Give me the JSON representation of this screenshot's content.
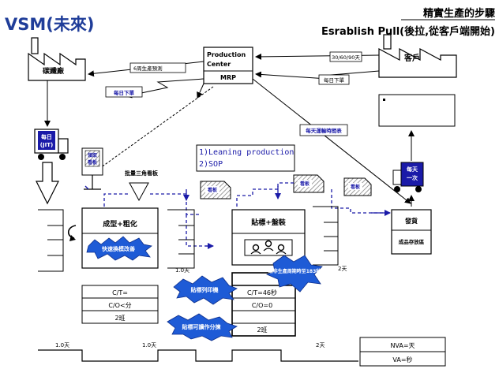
{
  "title": {
    "main": "VSM(未來)",
    "sub1": "精實生產的步驟",
    "sub2": "Esrablish Pull(後拉,從客戶端開始)"
  },
  "supplier": {
    "label": "碳纖廠"
  },
  "customer": {
    "label": "客戶"
  },
  "production_control": {
    "line1": "Production",
    "line2": "Center",
    "system": "MRP"
  },
  "info_flows": {
    "forecast_to_supplier": "6周生產預測",
    "daily_order_to_supplier": "每日下單",
    "forecast_from_customer": "30/60/90天",
    "order_from_customer": "每日下單",
    "daily_shipping_schedule": "每天運輸時間表"
  },
  "supplier_truck": {
    "line1": "每日",
    "line2": "(JIT)"
  },
  "customer_truck": {
    "line1": "每天",
    "line2": "一次"
  },
  "kanban_post": {
    "line1": "領取",
    "line2": "看板"
  },
  "batch_kanban": "批量三角看板",
  "improvements": {
    "line1": "1)Leaning production",
    "line2": "2)SOP"
  },
  "kanban_label": "看板",
  "processes": [
    {
      "name": "成型+粗化",
      "kaizen": "快速換模改善"
    },
    {
      "name": "貼標+盤裝"
    },
    {
      "name": "發貨",
      "note": "成品存放區"
    }
  ],
  "kaizen_bursts": {
    "label_printing": "貼標列印機",
    "cycle_time": "縮非生產周期時至183秒",
    "label_sorting": "貼標可讀作分揀"
  },
  "data_boxes": [
    {
      "rows": [
        "C/T=",
        "C/O<分",
        "2班"
      ]
    },
    {
      "rows": [
        "C/T=46秒",
        "C/O=0",
        "2班"
      ]
    }
  ],
  "inventory": {
    "a": "1.0天",
    "b": "2天"
  },
  "timeline": {
    "segments": [
      "1.0天",
      "1.0天",
      "2天"
    ],
    "nva": "NVA=天",
    "va": "VA=秒"
  },
  "colors": {
    "title_blue": "#1f3d99",
    "kaizen_blue": "#1e5bd6",
    "signal_blue": "#1a1aa8"
  }
}
